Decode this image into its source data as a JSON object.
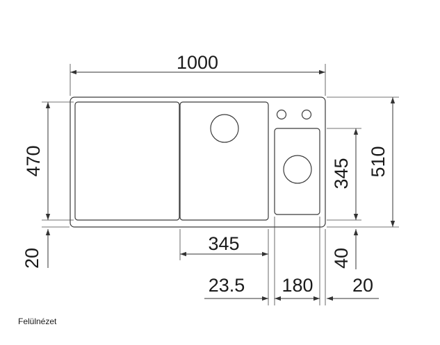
{
  "dimensions": {
    "overall_width": "1000",
    "overall_depth": "510",
    "drainer_depth": "470",
    "front_margin": "20",
    "main_bowl_width": "345",
    "small_bowl_depth": "345",
    "small_bowl_front_margin": "40",
    "bowl_gap": "23.5",
    "small_bowl_width": "180",
    "right_margin": "20"
  },
  "caption": "Felülnézet",
  "colors": {
    "line": "#333333",
    "text": "#1a1a1a",
    "background": "#ffffff"
  }
}
